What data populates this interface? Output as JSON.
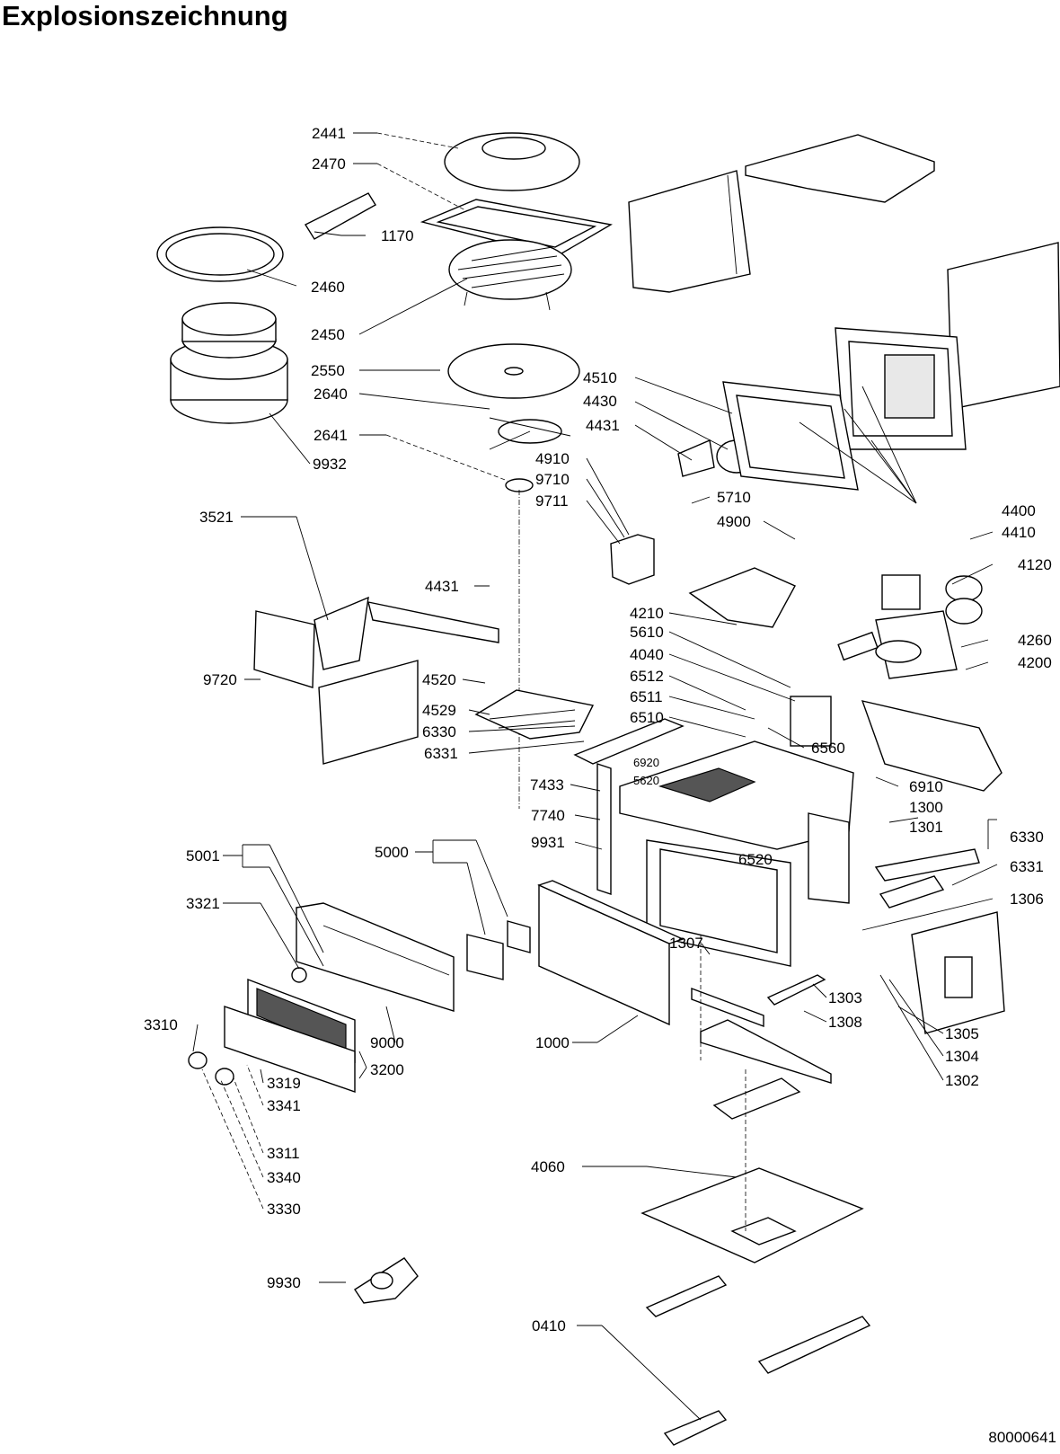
{
  "page": {
    "title": "Explosionszeichnung",
    "document_number": "80000641"
  },
  "labels": {
    "p2441": "2441",
    "p2470": "2470",
    "p1170": "1170",
    "p2460": "2460",
    "p2450": "2450",
    "p2550": "2550",
    "p2640": "2640",
    "p2641": "2641",
    "p9932": "9932",
    "p4510": "4510",
    "p4430": "4430",
    "p4431a": "4431",
    "p4910": "4910",
    "p9710": "9710",
    "p9711": "9711",
    "p5710": "5710",
    "p4900": "4900",
    "p4400": "4400",
    "p4410": "4410",
    "p4120": "4120",
    "p3521": "3521",
    "p4431b": "4431",
    "p4210": "4210",
    "p5610": "5610",
    "p4040": "4040",
    "p6512": "6512",
    "p6511": "6511",
    "p6510": "6510",
    "p4260": "4260",
    "p4200": "4200",
    "p9720": "9720",
    "p4520": "4520",
    "p4529": "4529",
    "p6330a": "6330",
    "p6331a": "6331",
    "p6560": "6560",
    "p6920": "6920",
    "p5620": "5620",
    "p7433": "7433",
    "p6910": "6910",
    "p1300": "1300",
    "p1301": "1301",
    "p7740": "7740",
    "p6330b": "6330",
    "p9931": "9931",
    "p6331b": "6331",
    "p6520": "6520",
    "p5001": "5001",
    "p5000": "5000",
    "p1306": "1306",
    "p3321": "3321",
    "p1307": "1307",
    "p1303": "1303",
    "p3310": "3310",
    "p9000": "9000",
    "p1000": "1000",
    "p1308": "1308",
    "p1305": "1305",
    "p3200": "3200",
    "p1304": "1304",
    "p3319": "3319",
    "p1302": "1302",
    "p3341": "3341",
    "p3311": "3311",
    "p4060": "4060",
    "p3340": "3340",
    "p3330": "3330",
    "p9930": "9930",
    "p0410": "0410"
  }
}
